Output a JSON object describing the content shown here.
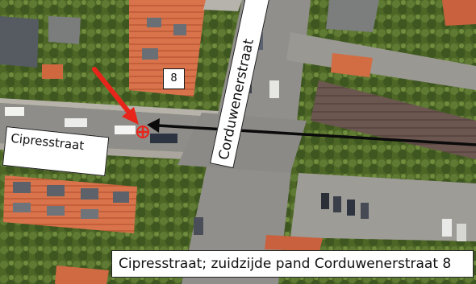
{
  "map": {
    "street_labels": {
      "cipresstraat": "Cipresstraat",
      "corduwenerstraat": "Corduwenerstraat"
    },
    "house_number": "8",
    "caption": "Cipresstraat; zuidzijde pand Corduwenerstraat 8",
    "colors": {
      "red_arrow": "#e8251b",
      "black_arrow": "#0b0b0b",
      "marker": "#e8251b",
      "road": "#8f8f8c",
      "roof_orange": "#d9744d",
      "vegetation": "#4f6a2a"
    },
    "icons": {
      "location_marker": "cross-marker-icon",
      "pointer_red": "red-arrow-icon",
      "pointer_black": "black-arrow-icon"
    }
  }
}
